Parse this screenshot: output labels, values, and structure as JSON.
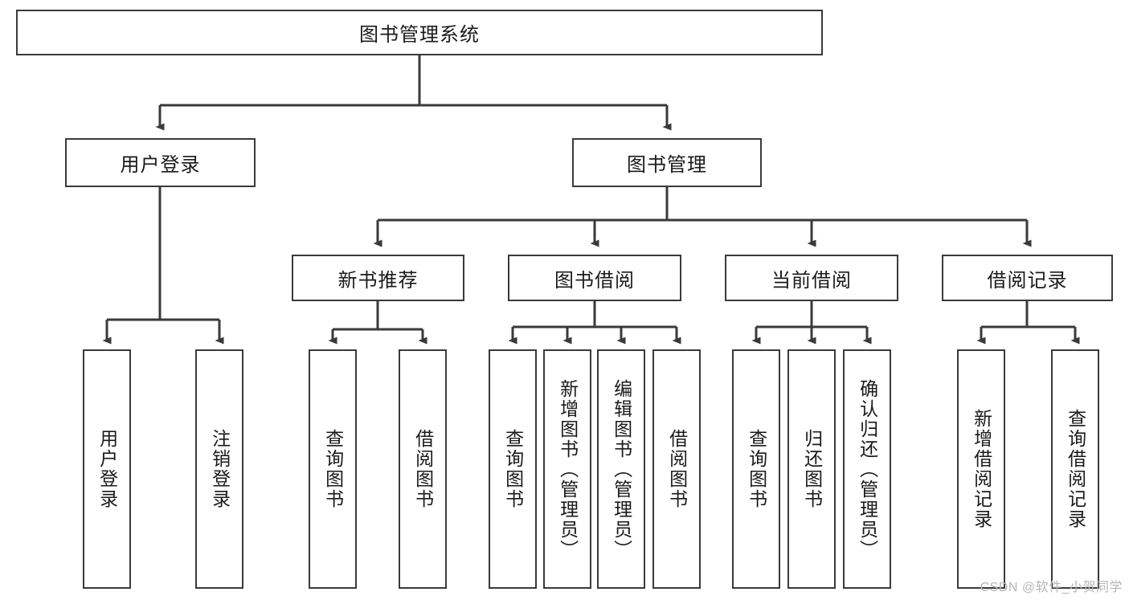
{
  "diagram": {
    "type": "tree-hierarchy",
    "title": "图书管理系统",
    "watermark": "CSDN @软件_小贺同学",
    "colors": {
      "stroke": "#3a3a3a",
      "fill": "#ffffff",
      "text": "#1a1a1a",
      "watermark": "#b6b6b6"
    },
    "root": {
      "label": "图书管理系统"
    },
    "level2": [
      {
        "label": "用户登录"
      },
      {
        "label": "图书管理"
      }
    ],
    "level3": [
      {
        "label": "新书推荐"
      },
      {
        "label": "图书借阅"
      },
      {
        "label": "当前借阅"
      },
      {
        "label": "借阅记录"
      }
    ],
    "leaves": {
      "user_login": [
        {
          "label": "用户登录"
        },
        {
          "label": "注销登录"
        }
      ],
      "new_book_recommend": [
        {
          "label": "查询图书"
        },
        {
          "label": "借阅图书"
        }
      ],
      "book_borrow": [
        {
          "label": "查询图书"
        },
        {
          "label": "新增图书（管理员）"
        },
        {
          "label": "编辑图书（管理员）"
        },
        {
          "label": "借阅图书"
        }
      ],
      "current_borrow": [
        {
          "label": "查询图书"
        },
        {
          "label": "归还图书"
        },
        {
          "label": "确认归还（管理员）"
        }
      ],
      "borrow_record": [
        {
          "label": "新增借阅记录"
        },
        {
          "label": "查询借阅记录"
        }
      ]
    }
  }
}
